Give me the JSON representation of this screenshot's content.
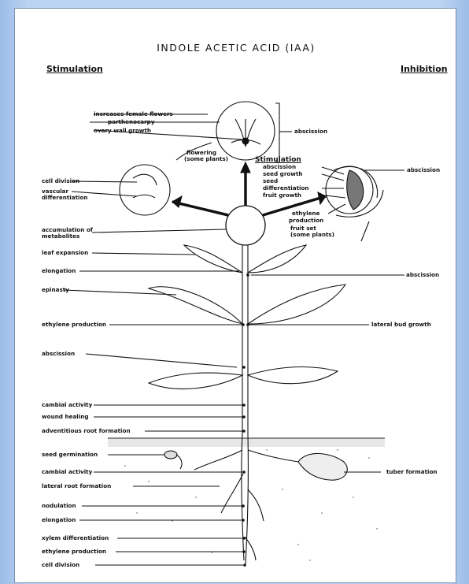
{
  "title": "INDOLE ACETIC ACID (IAA)",
  "headers": {
    "left": "Stimulation",
    "right": "Inhibition",
    "fruit_sub": "Stimulation"
  },
  "labels": {
    "increases_female_flowers": "increases female flowers",
    "parthenocarpy": "parthenocarpy",
    "ovary_wall_growth": "ovary wall growth",
    "abscission_flower": "abscission",
    "flowering_l1": "flowering",
    "flowering_l2": "(some plants)",
    "cell_division_top": "cell division",
    "vascular_l1": "vascular",
    "vascular_l2": "differentiation",
    "fruit_abscission": "abscission",
    "seed_growth": "seed growth",
    "seed_diff_l1": "seed",
    "seed_diff_l2": "differentiation",
    "fruit_growth": "fruit growth",
    "abscission_right_fruit": "abscission",
    "ethylene_prod_l1": "ethylene",
    "ethylene_prod_l2": "production",
    "fruit_set_l1": "fruit set",
    "fruit_set_l2": "(some plants)",
    "accumulation_l1": "accumulation of",
    "accumulation_l2": "metabolites",
    "leaf_expansion": "leaf expansion",
    "elongation_top": "elongation",
    "abscission_right_stem": "abscission",
    "epinasty": "epinasty",
    "ethylene_production_stem": "ethylene production",
    "lateral_bud_growth": "lateral bud growth",
    "abscission_left": "abscission",
    "cambial_activity_top": "cambial activity",
    "wound_healing": "wound healing",
    "adventitious_root_formation": "adventitious root formation",
    "seed_germination": "seed germination",
    "tuber_formation": "tuber formation",
    "cambial_activity_root": "cambial activity",
    "lateral_root_formation": "lateral root formation",
    "nodulation": "nodulation",
    "elongation_root": "elongation",
    "xylem_differentiation": "xylem differentiation",
    "ethylene_production_root": "ethylene production",
    "cell_division_root": "cell division"
  }
}
